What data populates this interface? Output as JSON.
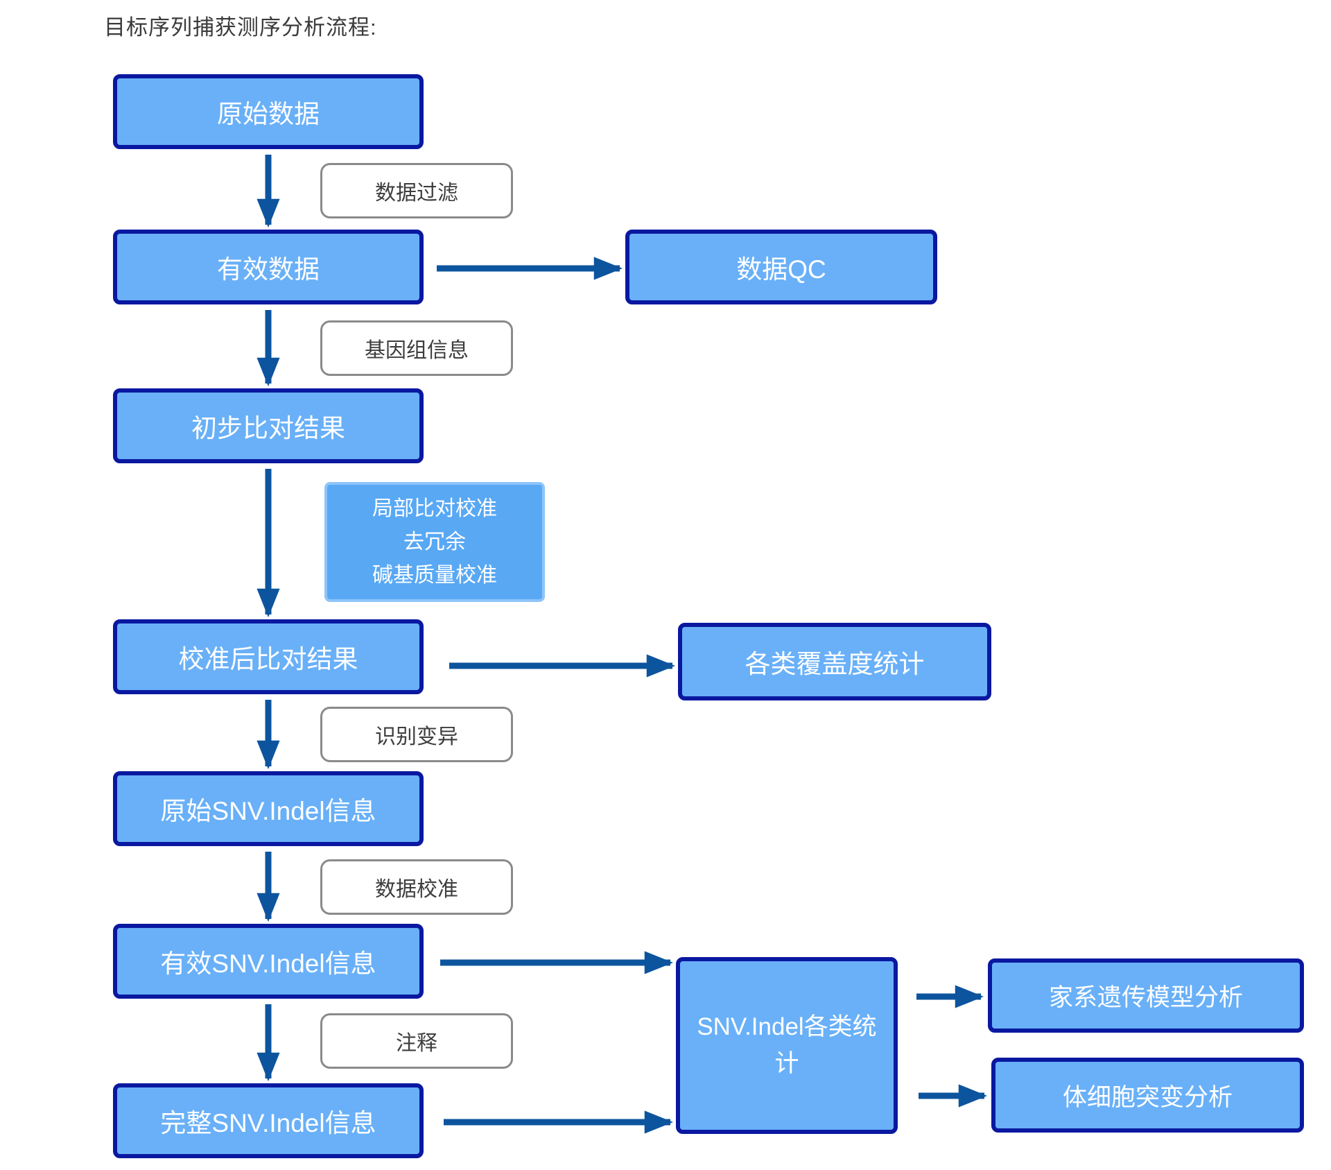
{
  "title": "目标序列捕获测序分析流程:",
  "colors": {
    "node_fill": "#69b0f8",
    "node_border": "#0a18a0",
    "node_text": "#ffffff",
    "arrow": "#0d549e",
    "highlight_label_fill": "#58a8f4",
    "highlight_label_border": "#8ec5fa",
    "step_label_border": "#8a8a8a",
    "step_label_text": "#3d3d3d",
    "title_text": "#3a3a3a",
    "background": "#ffffff"
  },
  "flow": {
    "nodes": {
      "raw_data": "原始数据",
      "valid_data": "有效数据",
      "data_qc": "数据QC",
      "initial_alignment": "初步比对结果",
      "calibrated_alignment": "校准后比对结果",
      "coverage_stats": "各类覆盖度统计",
      "raw_snv_indel": "原始SNV.Indel信息",
      "valid_snv_indel": "有效SNV.Indel信息",
      "complete_snv_indel": "完整SNV.Indel信息",
      "snv_indel_stats": "SNV.Indel各类统计",
      "pedigree_model_analysis": "家系遗传模型分析",
      "somatic_mutation_analysis": "体细胞突变分析"
    },
    "step_labels": {
      "data_filter": "数据过滤",
      "genome_info": "基因组信息",
      "variant_calling": "识别变异",
      "data_calibration": "数据校准",
      "annotation": "注释",
      "calibration_steps": {
        "lines": [
          "局部比对校准",
          "去冗余",
          "碱基质量校准"
        ]
      }
    }
  }
}
